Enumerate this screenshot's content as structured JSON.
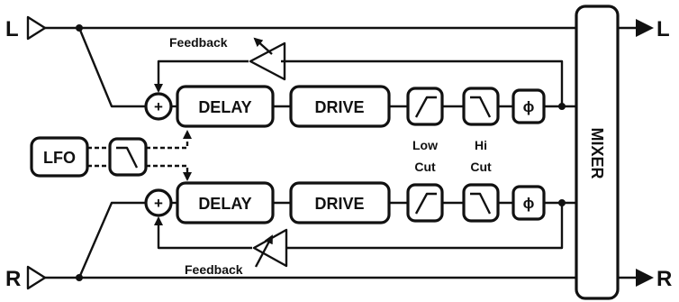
{
  "inputs": {
    "left": "L",
    "right": "R"
  },
  "outputs": {
    "left": "L",
    "right": "R"
  },
  "blocks": {
    "lfo": "LFO",
    "delay": "DELAY",
    "drive": "DRIVE",
    "mixer": "MIXER",
    "phase_symbol": "ϕ",
    "sum_symbol": "+"
  },
  "labels": {
    "feedback": "Feedback",
    "low_cut_1": "Low",
    "low_cut_2": "Cut",
    "hi_cut_1": "Hi",
    "hi_cut_2": "Cut"
  }
}
